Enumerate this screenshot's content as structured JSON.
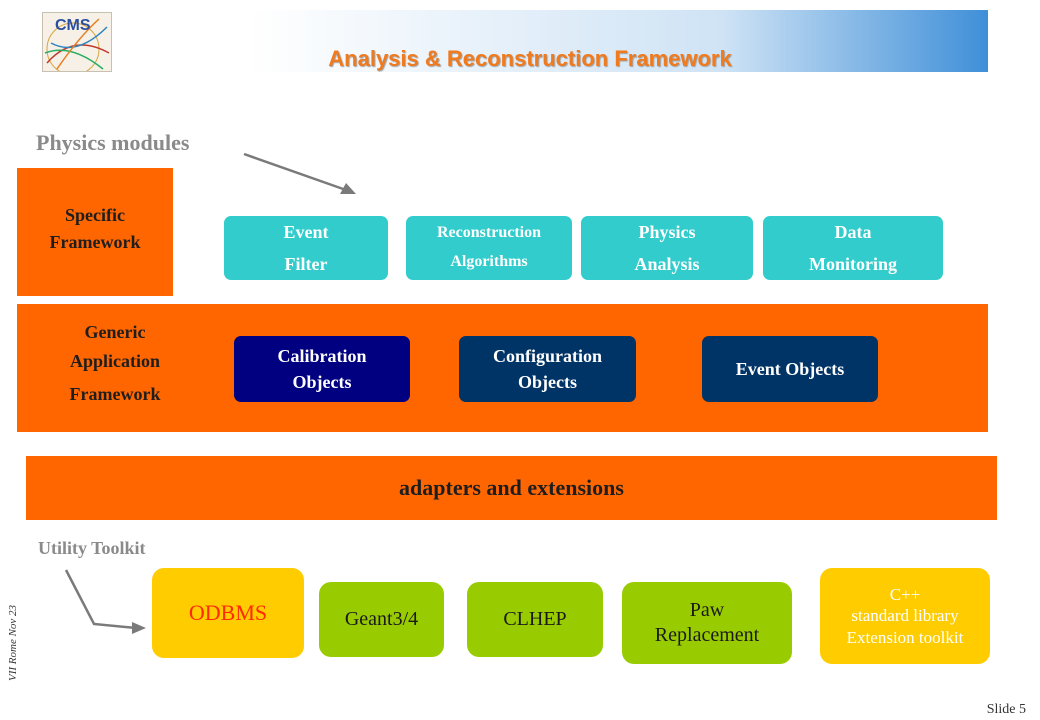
{
  "title": "Analysis & Reconstruction Framework",
  "logo_text": "CMS",
  "physics_modules_label": "Physics modules",
  "specific_framework": {
    "line1": "Specific",
    "line2": "Framework"
  },
  "physics_modules": [
    {
      "line1": "Event",
      "line2": "Filter"
    },
    {
      "line1": "Reconstruction",
      "line2": "Algorithms"
    },
    {
      "line1": "Physics",
      "line2": "Analysis"
    },
    {
      "line1": "Data",
      "line2": "Monitoring"
    }
  ],
  "generic_framework": {
    "line1": "Generic",
    "line2": "Application",
    "line3": "Framework"
  },
  "generic_objects": [
    {
      "line1": "Calibration",
      "line2": "Objects",
      "color": "#000080"
    },
    {
      "line1": "Configuration",
      "line2": "Objects",
      "color": "#003366"
    },
    {
      "line1": "Event Objects",
      "line2": "",
      "color": "#003366"
    }
  ],
  "adapters_label": "adapters and extensions",
  "utility_toolkit_label": "Utility Toolkit",
  "utilities": {
    "odbms": "ODBMS",
    "geant": "Geant3/4",
    "clhep": "CLHEP",
    "paw": {
      "line1": "Paw",
      "line2": "Replacement"
    },
    "cpp": {
      "line1": "C++",
      "line2": "standard library",
      "line3": "Extension toolkit"
    }
  },
  "colors": {
    "orange": "#ff6600",
    "teal": "#33cccc",
    "green": "#99cc00",
    "yellow": "#ffcc00",
    "title": "#f07a1e"
  },
  "side_text": "VII Rome Nov 23",
  "slide_number": "Slide 5"
}
